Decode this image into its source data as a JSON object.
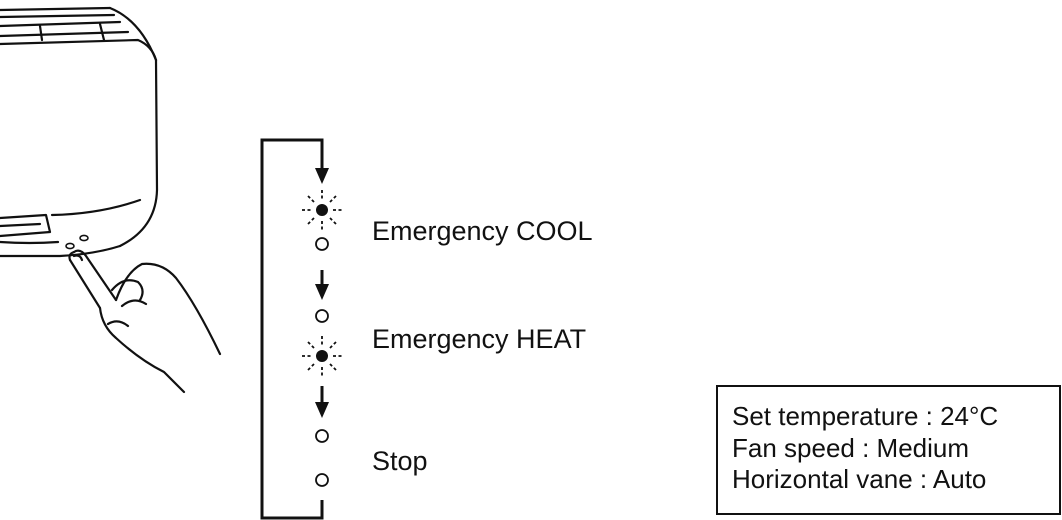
{
  "diagram": {
    "steps": [
      {
        "label": "Emergency COOL",
        "indicator_top": "blinking",
        "indicator_bottom": "off"
      },
      {
        "label": "Emergency HEAT",
        "indicator_top": "off",
        "indicator_bottom": "blinking"
      },
      {
        "label": "Stop",
        "indicator_top": "off",
        "indicator_bottom": "off"
      }
    ],
    "settings": [
      "Set temperature : 24°C",
      "Fan speed : Medium",
      "Horizontal vane : Auto"
    ],
    "icons": [
      "air-conditioner-unit-icon",
      "pressing-hand-icon",
      "blinking-lamp-icon",
      "lamp-off-icon",
      "down-arrow-icon"
    ],
    "colors": {
      "line": "#111111",
      "background": "#ffffff"
    }
  }
}
